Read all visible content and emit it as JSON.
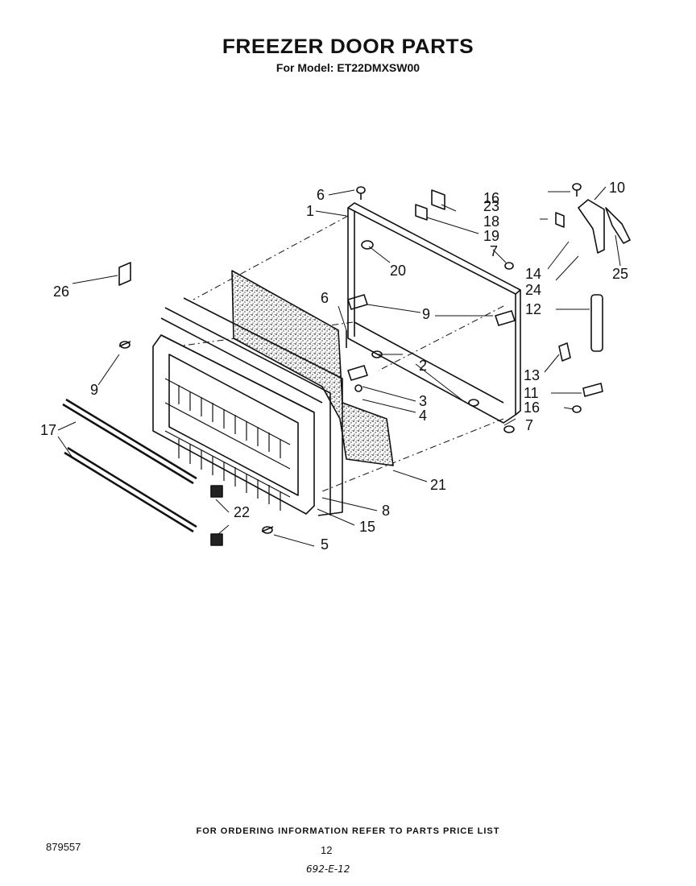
{
  "header": {
    "title": "FREEZER DOOR PARTS",
    "subtitle": "For Model: ET22DMXSW00"
  },
  "callouts": [
    "1",
    "2",
    "3",
    "4",
    "5",
    "6",
    "6",
    "7",
    "7",
    "8",
    "9",
    "9",
    "10",
    "11",
    "12",
    "13",
    "14",
    "15",
    "16",
    "16",
    "17",
    "18",
    "19",
    "20",
    "21",
    "22",
    "23",
    "24",
    "25",
    "26"
  ],
  "footer": {
    "ordering_note": "FOR ORDERING INFORMATION REFER TO PARTS PRICE LIST",
    "part_number": "879557",
    "page_number": "12",
    "handwritten_code": "692-E-12"
  }
}
